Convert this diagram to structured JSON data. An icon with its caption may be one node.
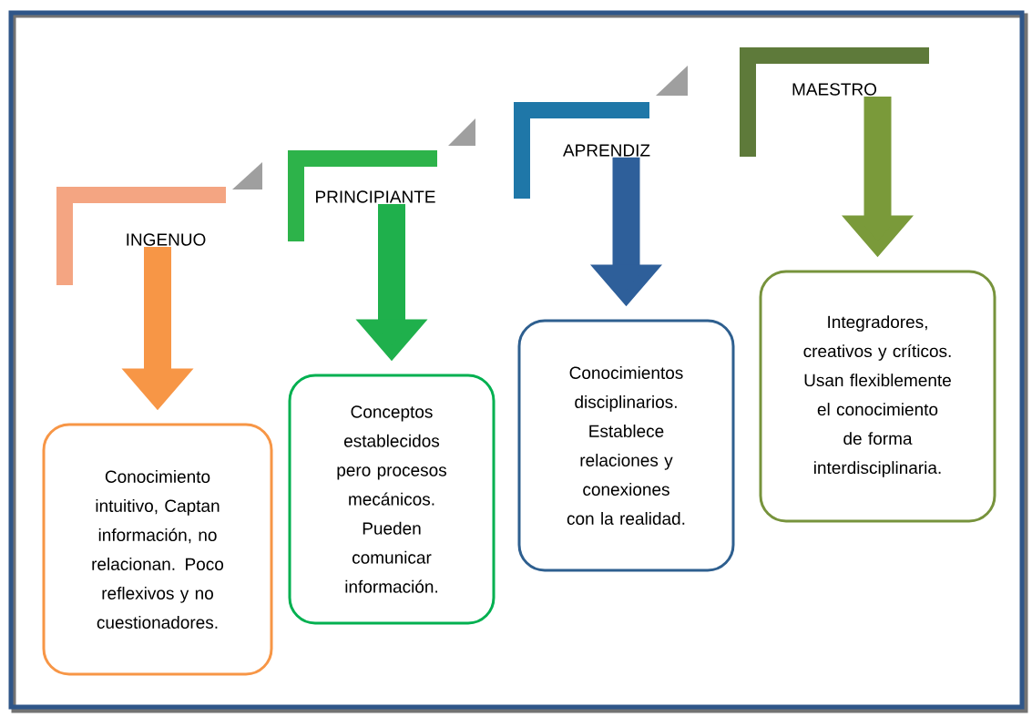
{
  "diagram": {
    "nodes": [
      {
        "text": [
          "INGENUO"
        ]
      },
      {
        "text": [
          "Conocimiento intuitivo, Captan información, no relacionan. Poco reflexivos y no cuestionadores."
        ]
      },
      {
        "text": [
          "PRINCIPIANTE"
        ]
      },
      {
        "text": [
          "Conceptos establecidos pero procesos mecánicos. Pueden comunicar información."
        ]
      },
      {
        "text": [
          "APRENDIZ"
        ]
      },
      {
        "text": [
          "Conocimientos disciplinarios. Establece relaciones y conexiones con la realidad."
        ]
      },
      {
        "text": [
          "MAESTRO"
        ]
      },
      {
        "text": [
          "Integradores, creativos y críticos. Usan flexiblemente el conocimiento de forma interdisciplinaria."
        ]
      }
    ],
    "edges": [
      {
        "from": 0,
        "to": 1,
        "arrow": "to",
        "color": "#f79646"
      },
      {
        "from": 2,
        "to": 3,
        "arrow": "to",
        "color": "#1fb04c"
      },
      {
        "from": 4,
        "to": 5,
        "arrow": "to",
        "color": "#2e5f9a"
      },
      {
        "from": 6,
        "to": 7,
        "arrow": "to",
        "color": "#7a9a3a"
      }
    ]
  }
}
